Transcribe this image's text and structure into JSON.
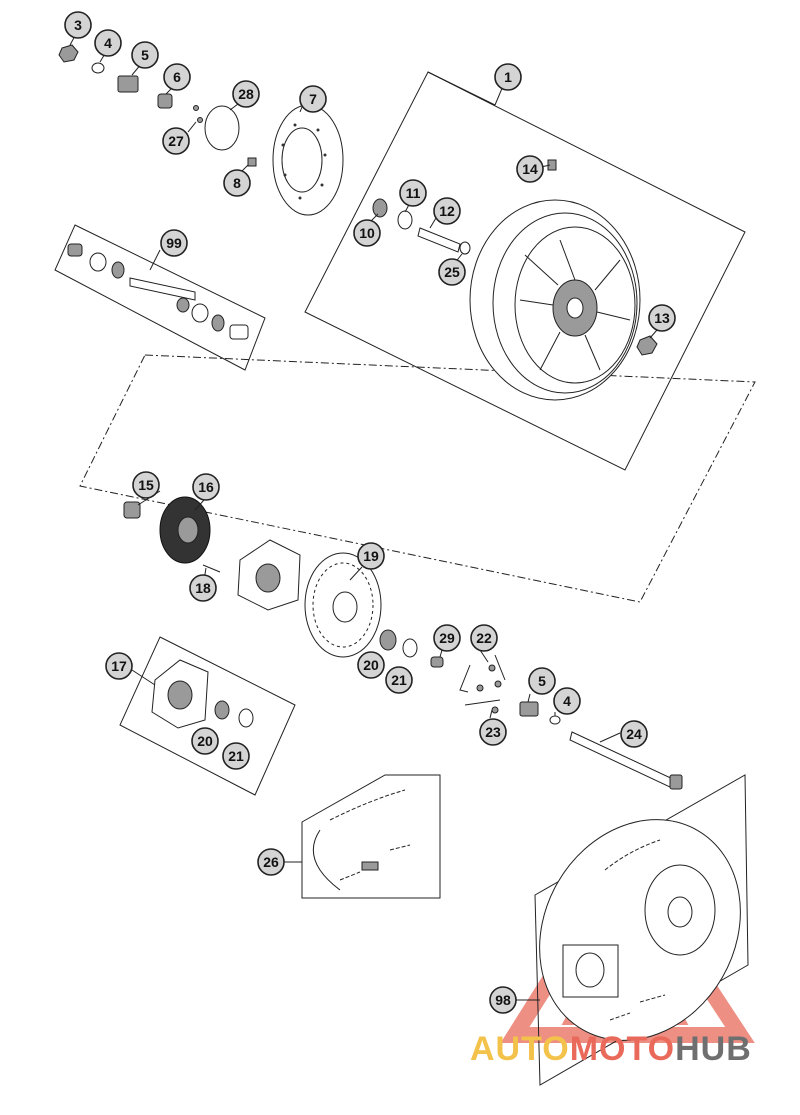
{
  "diagram": {
    "callouts": [
      "1",
      "3",
      "4",
      "5",
      "6",
      "7",
      "8",
      "10",
      "11",
      "12",
      "13",
      "14",
      "15",
      "16",
      "17",
      "18",
      "19",
      "20",
      "21",
      "22",
      "23",
      "24",
      "25",
      "26",
      "27",
      "28",
      "29",
      "98",
      "99"
    ],
    "second_callouts": [
      "4",
      "5",
      "20",
      "21"
    ]
  },
  "watermark": {
    "part1": "AUTO",
    "part2": "MOTO",
    "part3": "HUB",
    "colors": {
      "yellow": "#f3c24a",
      "red": "#e96a5b",
      "gray": "#6f6f6f"
    }
  }
}
